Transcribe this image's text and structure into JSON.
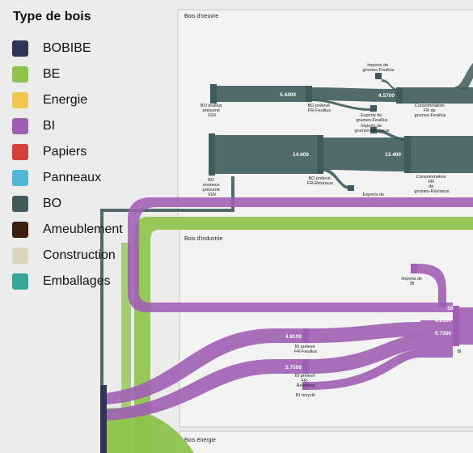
{
  "legend": {
    "title": "Type de bois",
    "items": [
      {
        "label": "BOBIBE",
        "color": "#2f3558"
      },
      {
        "label": "BE",
        "color": "#8dc44c"
      },
      {
        "label": "Energie",
        "color": "#f0c64c"
      },
      {
        "label": "BI",
        "color": "#a05fb4"
      },
      {
        "label": "Papiers",
        "color": "#d6403a"
      },
      {
        "label": "Panneaux",
        "color": "#52b6d6"
      },
      {
        "label": "BO",
        "color": "#3f5b5c"
      },
      {
        "label": "Ameublement",
        "color": "#3e1e0c"
      },
      {
        "label": "Construction",
        "color": "#dcd4b8"
      },
      {
        "label": "Emballages",
        "color": "#33a896"
      }
    ]
  },
  "sections": {
    "bois_oeuvre": "Bois d'oeuvre",
    "bois_industrie": "Bois d'industrie",
    "bois_energie": "Bois énergie"
  },
  "nodes": {
    "bo_feuillus_ign": [
      "BO feuillus",
      "présumé",
      "IGN"
    ],
    "bo_resineux_ign": [
      "BO",
      "résineux",
      "présumé",
      "IGN"
    ],
    "bo_preleve_feuillus": [
      "BO prélevé",
      "FR-Feuillus"
    ],
    "bo_preleve_resineux": [
      "BO prélevé",
      "FR-Résineux"
    ],
    "imports_grumes_feuillus": [
      "Imports de",
      "grumes-Feuillus"
    ],
    "exports_grumes_feuillus": [
      "Exports de",
      "grumes-Feuillus"
    ],
    "imports_grumes_resineux": [
      "Imports de",
      "grumes-Résineux"
    ],
    "exports_resineux": [
      "Exports de"
    ],
    "conso_feuillus": [
      "Consommation",
      "FR de",
      "grumes-Feuillus"
    ],
    "conso_resineux": [
      "Consommation",
      "FR",
      "de",
      "grumes-Résineux"
    ],
    "imports_bi": [
      "Imports de",
      "BI"
    ],
    "bi_preleve_feuillus": [
      "BI prélevé",
      "FR-Feuillus"
    ],
    "bi_preleve_resineux": [
      "BI prélevé",
      "FR-",
      "Résineux"
    ],
    "bi_recycle": [
      "BI recyclé"
    ],
    "bi_right": [
      "BI"
    ]
  },
  "values": {
    "bo_feuillus": "5.4400",
    "bo_conso_feuillus": "4.5700",
    "bo_resineux": "14.600",
    "bo_conso_resineux": "13.400",
    "bi_feuillus": "4.8100",
    "bi_resineux": "5.7300",
    "bi_right_a": "4.8100",
    "bi_right_b": "5.7300",
    "bi_top": "50"
  }
}
